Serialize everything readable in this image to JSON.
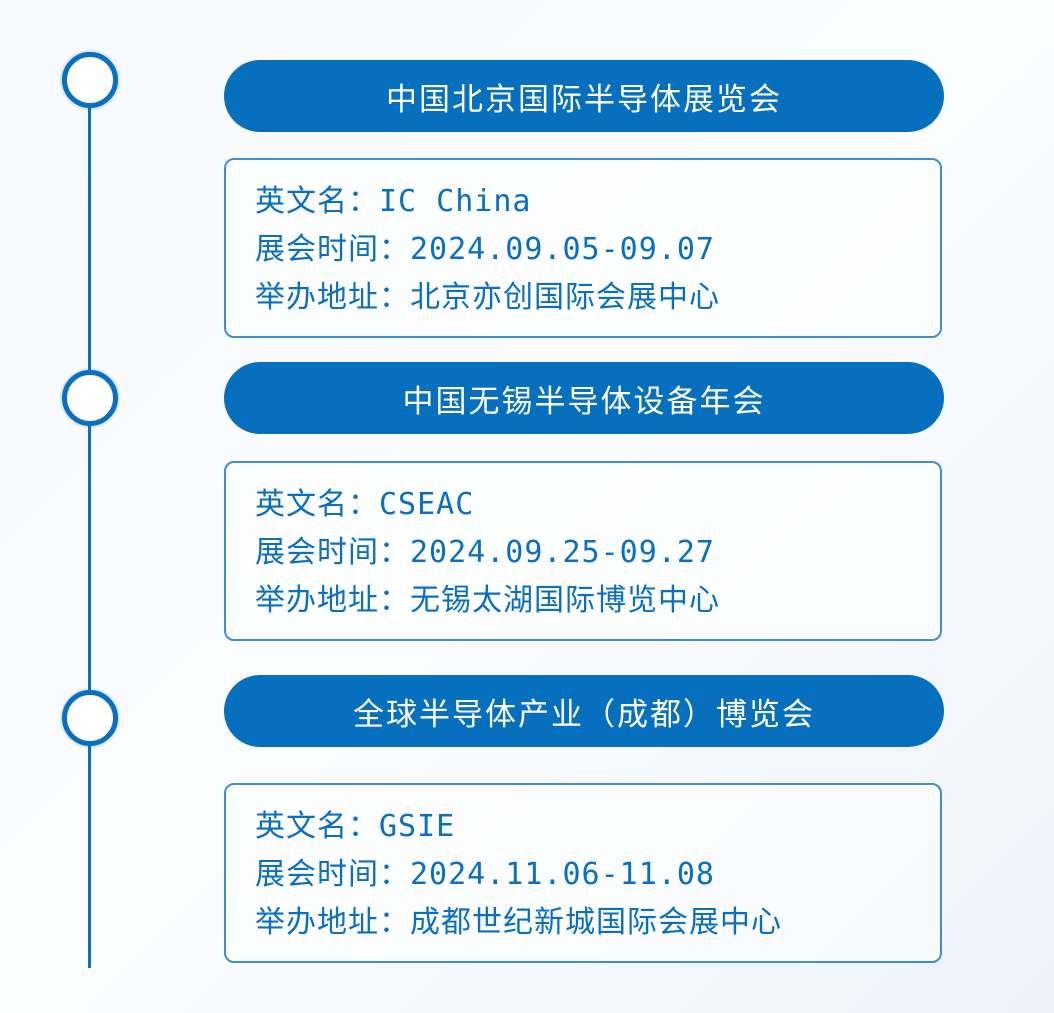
{
  "labels": {
    "english_name": "英文名：",
    "date": "展会时间：",
    "address": "举办地址："
  },
  "events": [
    {
      "title": "中国北京国际半导体展览会",
      "english_name": "IC China",
      "date": "2024.09.05-09.07",
      "address": "北京亦创国际会展中心"
    },
    {
      "title": "中国无锡半导体设备年会",
      "english_name": "CSEAC",
      "date": "2024.09.25-09.27",
      "address": "无锡太湖国际博览中心"
    },
    {
      "title": "全球半导体产业（成都）博览会",
      "english_name": "GSIE",
      "date": "2024.11.06-11.08",
      "address": "成都世纪新城国际会展中心"
    }
  ],
  "colors": {
    "accent": "#0670bf"
  }
}
